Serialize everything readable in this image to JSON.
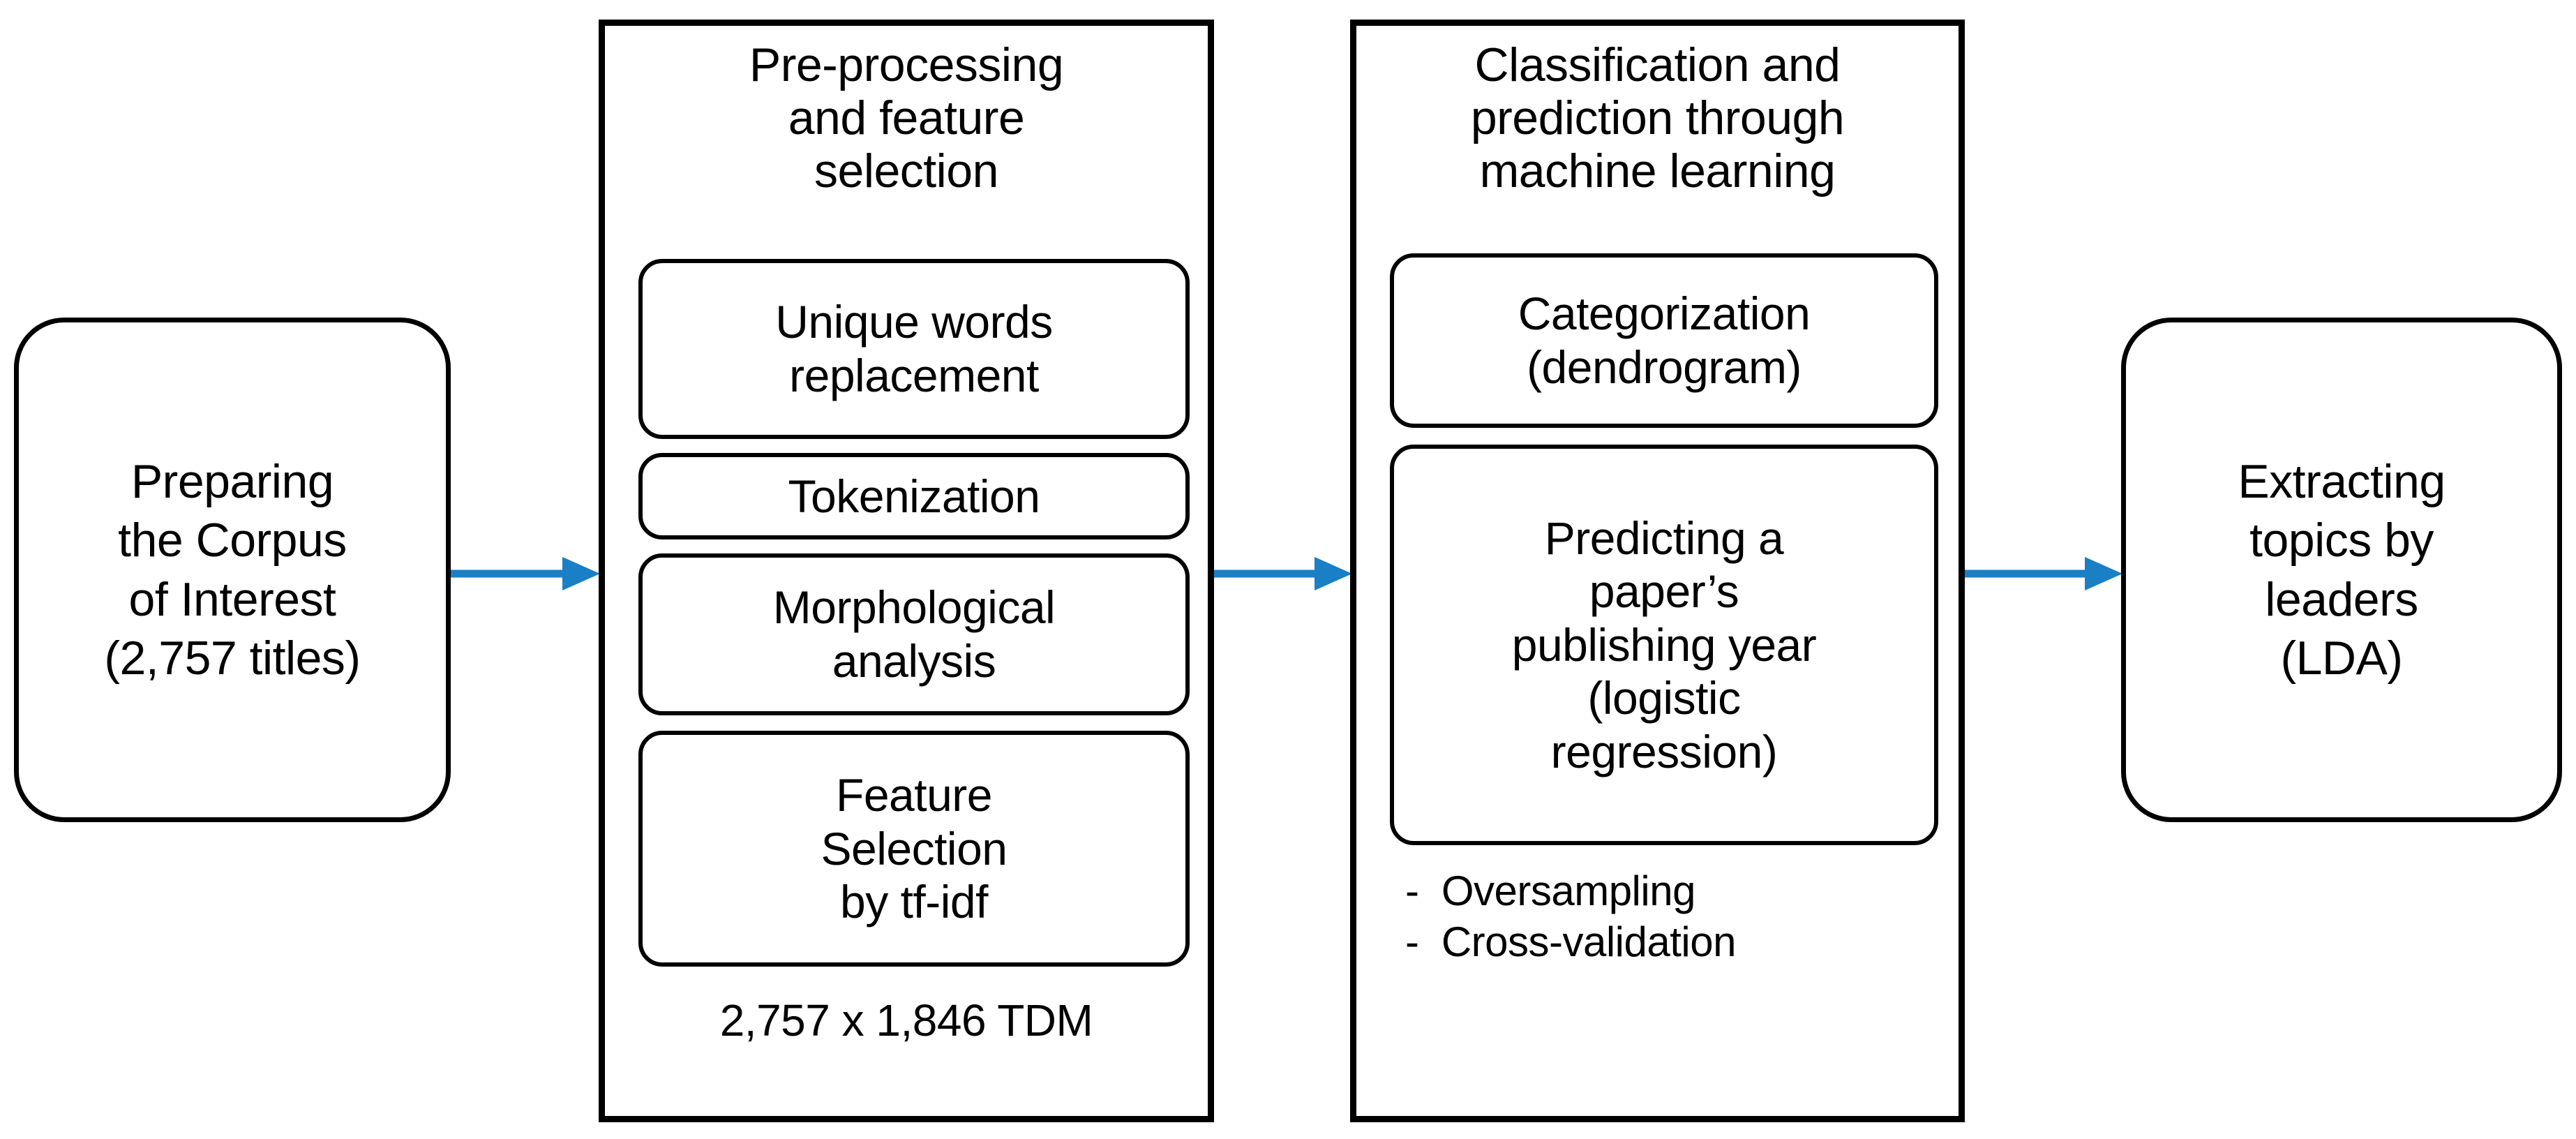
{
  "diagram": {
    "accent_color": "#1a7fc4",
    "line_color": "#000000",
    "background": "#ffffff",
    "stages": [
      {
        "id": "prepare-corpus",
        "shape": "rounded-rectangle",
        "label": "Preparing\nthe Corpus\nof Interest\n(2,757 titles)"
      },
      {
        "id": "preprocessing",
        "shape": "rectangle",
        "title": "Pre-processing\nand feature\nselection",
        "steps": [
          "Unique words\nreplacement",
          "Tokenization",
          "Morphological\nanalysis",
          "Feature\nSelection\nby tf-idf"
        ],
        "caption": "2,757 x 1,846 TDM"
      },
      {
        "id": "classification",
        "shape": "rectangle",
        "title": "Classification and\nprediction through\nmachine learning",
        "steps": [
          "Categorization\n(dendrogram)",
          "Predicting a\npaper’s\npublishing year\n(logistic\nregression)"
        ],
        "notes": [
          "-  Oversampling",
          "-  Cross-validation"
        ]
      },
      {
        "id": "extract-topics",
        "shape": "rounded-rectangle",
        "label": "Extracting\ntopics by\nleaders\n(LDA)"
      }
    ],
    "connectors": [
      {
        "id": "arrow-1",
        "from": "prepare-corpus",
        "to": "preprocessing",
        "kind": "arrow-right-icon"
      },
      {
        "id": "arrow-2",
        "from": "preprocessing",
        "to": "classification",
        "kind": "arrow-right-icon"
      },
      {
        "id": "arrow-3",
        "from": "classification",
        "to": "extract-topics",
        "kind": "arrow-right-icon"
      }
    ]
  }
}
